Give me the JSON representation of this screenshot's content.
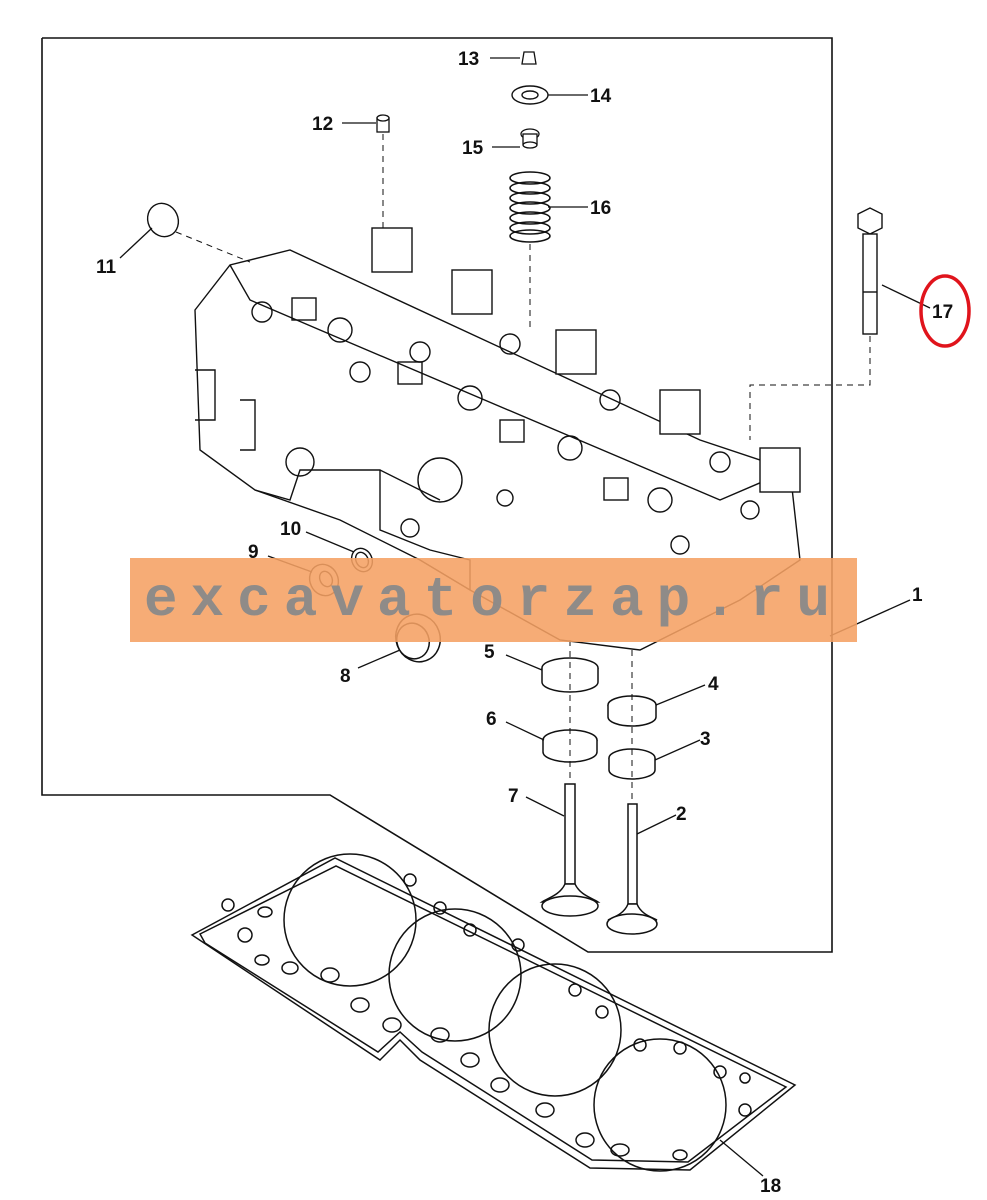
{
  "callouts": {
    "c1": "1",
    "c2": "2",
    "c3": "3",
    "c4": "4",
    "c5": "5",
    "c6": "6",
    "c7": "7",
    "c8": "8",
    "c9": "9",
    "c10": "10",
    "c11": "11",
    "c12": "12",
    "c13": "13",
    "c14": "14",
    "c15": "15",
    "c16": "16",
    "c17": "17",
    "c18": "18"
  },
  "watermark": {
    "text": "excavatorzap.ru"
  },
  "colors": {
    "line": "#111111",
    "highlight": "#e0141c",
    "watermark_band": "#f5a063",
    "watermark_text": "#8a8a8a"
  }
}
